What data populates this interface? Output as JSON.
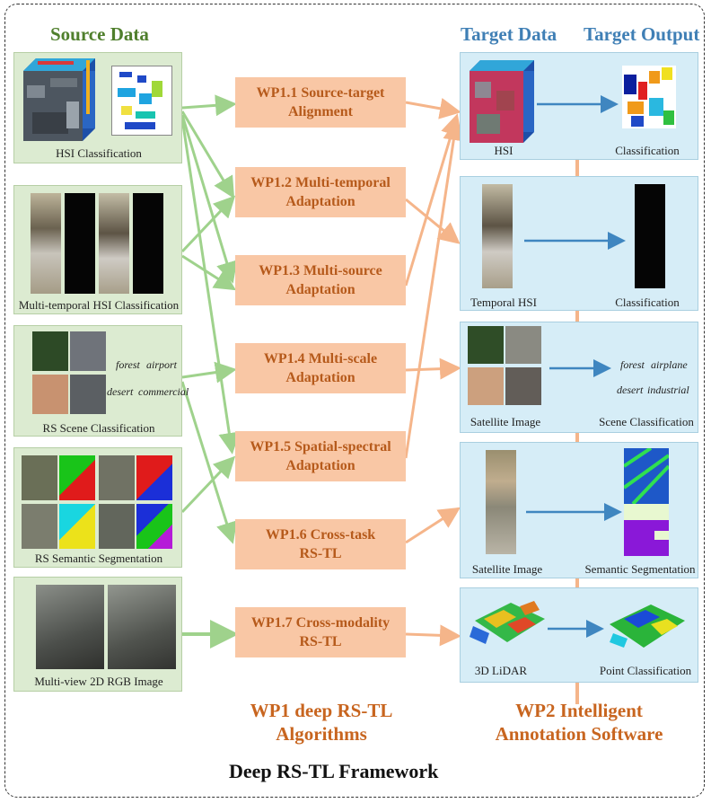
{
  "headers": {
    "source": "Source Data",
    "target_data": "Target Data",
    "target_output": "Target Output"
  },
  "source_panels": [
    {
      "caption": "HSI Classification"
    },
    {
      "caption": "Multi-temporal HSI Classification"
    },
    {
      "caption": "RS Scene Classification",
      "labels": [
        "forest",
        "airport",
        "desert",
        "commercial"
      ]
    },
    {
      "caption": "RS Semantic Segmentation"
    },
    {
      "caption": "Multi-view 2D RGB Image"
    }
  ],
  "work_packages": [
    {
      "line1": "WP1.1 Source-target",
      "line2": "Alignment"
    },
    {
      "line1": "WP1.2 Multi-temporal",
      "line2": "Adaptation"
    },
    {
      "line1": "WP1.3 Multi-source",
      "line2": "Adaptation"
    },
    {
      "line1": "WP1.4 Multi-scale",
      "line2": "Adaptation"
    },
    {
      "line1": "WP1.5 Spatial-spectral",
      "line2": "Adaptation"
    },
    {
      "line1": "WP1.6 Cross-task",
      "line2": "RS-TL"
    },
    {
      "line1": "WP1.7 Cross-modality",
      "line2": "RS-TL"
    }
  ],
  "target_panels": [
    {
      "data_caption": "HSI",
      "output_caption": "Classification"
    },
    {
      "data_caption": "Temporal HSI",
      "output_caption": "Classification"
    },
    {
      "data_caption": "Satellite Image",
      "output_caption": "Scene Classification",
      "labels": [
        "forest",
        "airplane",
        "desert",
        "industrial"
      ]
    },
    {
      "data_caption": "Satellite Image",
      "output_caption": "Semantic Segmentation"
    },
    {
      "data_caption": "3D LiDAR",
      "output_caption": "Point Classification"
    }
  ],
  "footer": {
    "wp1_line1": "WP1 deep RS-TL",
    "wp1_line2": "Algorithms",
    "wp2_line1": "WP2 Intelligent",
    "wp2_line2": "Annotation Software",
    "framework_title": "Deep RS-TL Framework"
  },
  "colors": {
    "source_header": "#4f7f2c",
    "target_header": "#3f7fb5",
    "source_panel": "#dcebd1",
    "target_panel": "#d6edf7",
    "wp_box": "#f9c7a5",
    "wp_text": "#b65a1b",
    "green_arrow": "#9fd28c",
    "orange_arrow": "#f5b58a",
    "blue_arrow": "#3f86c0"
  }
}
